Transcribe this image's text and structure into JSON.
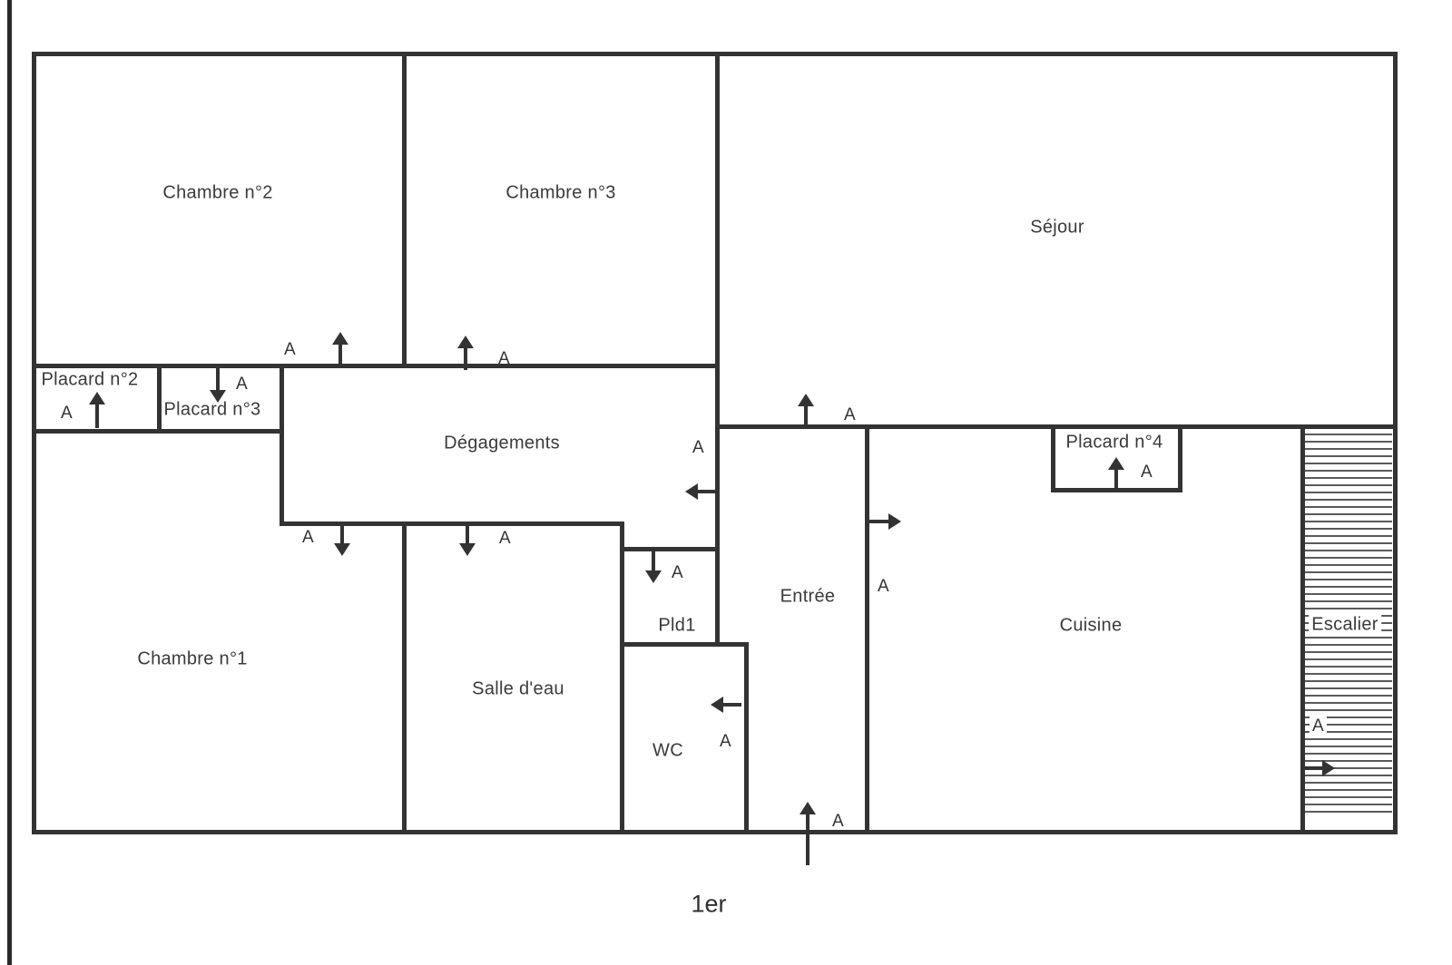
{
  "floor_label": "1er",
  "door_marker_label": "A",
  "rooms": {
    "chambre2": {
      "label": "Chambre n°2"
    },
    "chambre3": {
      "label": "Chambre n°3"
    },
    "sejour": {
      "label": "Séjour"
    },
    "placard2": {
      "label": "Placard n°2"
    },
    "placard3": {
      "label": "Placard n°3"
    },
    "degagements": {
      "label": "Dégagements"
    },
    "chambre1": {
      "label": "Chambre n°1"
    },
    "salle_eau": {
      "label": "Salle d'eau"
    },
    "pld1": {
      "label": "Pld1"
    },
    "wc": {
      "label": "WC"
    },
    "entree": {
      "label": "Entrée"
    },
    "placard4": {
      "label": "Placard n°4"
    },
    "cuisine": {
      "label": "Cuisine"
    },
    "escalier": {
      "label": "Escalier"
    }
  },
  "icons": {
    "door_arrow": "solid shaft with triangular head (CSS shape)",
    "stairs_hatching": "horizontal ruled lines"
  },
  "colors": {
    "wall": "#333333",
    "text": "#3a3a3a",
    "background": "#ffffff"
  }
}
